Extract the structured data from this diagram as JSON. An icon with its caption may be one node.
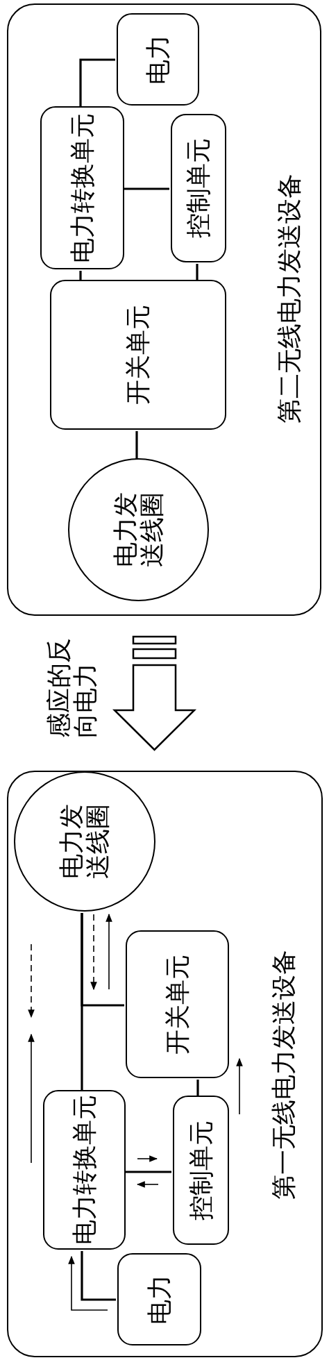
{
  "diagram": {
    "nodes": [
      {
        "text": [
          "第二无线电力发送设备"
        ]
      },
      {
        "text": [
          "电力"
        ],
        "in": 0
      },
      {
        "text": [
          "电力转换单元"
        ],
        "in": 0
      },
      {
        "text": [
          "控制单元"
        ],
        "in": 0
      },
      {
        "text": [
          "开关单元"
        ],
        "in": 0
      },
      {
        "text": [
          "电力发送线圈"
        ],
        "in": 0
      },
      {
        "text": [
          "第一无线电力发送设备"
        ]
      },
      {
        "text": [
          "电力发送线圈"
        ],
        "in": 6
      },
      {
        "text": [
          "开关单元"
        ],
        "in": 6
      },
      {
        "text": [
          "电力转换单元"
        ],
        "in": 6
      },
      {
        "text": [
          "控制单元"
        ],
        "in": 6
      },
      {
        "text": [
          "电力"
        ],
        "in": 6
      }
    ],
    "edges": [
      {
        "from": 1,
        "to": 2,
        "arrow": "none"
      },
      {
        "from": 2,
        "to": 3,
        "arrow": "none"
      },
      {
        "from": 2,
        "to": 4,
        "arrow": "none"
      },
      {
        "from": 3,
        "to": 4,
        "arrow": "none"
      },
      {
        "from": 4,
        "to": 5,
        "arrow": "none"
      },
      {
        "from": 0,
        "to": 6,
        "arrow": "to",
        "label": "感应的反向电力"
      },
      {
        "from": 9,
        "to": 7,
        "arrow": "none"
      },
      {
        "from": 8,
        "to": 7,
        "arrow": "none"
      },
      {
        "from": 11,
        "to": 9,
        "arrow": "none"
      },
      {
        "from": 9,
        "to": 10,
        "arrow": "none"
      },
      {
        "from": 10,
        "to": 8,
        "arrow": "none"
      }
    ]
  }
}
